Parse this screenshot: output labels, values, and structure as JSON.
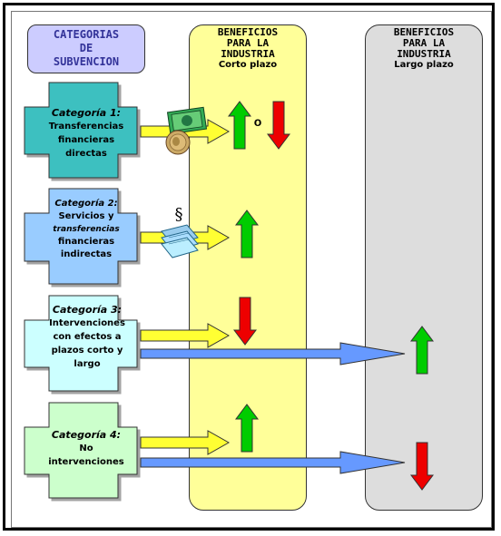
{
  "header": {
    "categorias": [
      "CATEGORIAS",
      "DE",
      "SUBVENCION"
    ],
    "short_term": {
      "lines": [
        "BENEFICIOS",
        "PARA LA",
        "INDUSTRIA"
      ],
      "term": "Corto plazo"
    },
    "long_term": {
      "lines": [
        "BENEFICIOS",
        "PARA LA",
        "INDUSTRIA"
      ],
      "term": "Largo plazo"
    }
  },
  "categories": [
    {
      "title": "Categoría 1:",
      "lines": [
        "Transferencias",
        "financieras",
        "directas"
      ],
      "color": "#3cc0c0"
    },
    {
      "title": "Categoría 2:",
      "lines": [
        "Servicios y",
        "transferencias",
        "financieras",
        "indirectas"
      ],
      "color": "#99ccff"
    },
    {
      "title": "Categoría 3:",
      "lines": [
        "Intervenciones",
        "con efectos a",
        "plazos corto y",
        "largo"
      ],
      "color": "#ccffff"
    },
    {
      "title": "Categoría 4:",
      "lines": [
        "No",
        "intervenciones"
      ],
      "color": "#ccffcc"
    }
  ],
  "or_symbol": "o",
  "section_symbol": "§",
  "colors": {
    "short_column": "#ffff99",
    "long_column": "#dddddd",
    "header_box": "#ccccff",
    "up_arrow": "#00cc00",
    "down_arrow": "#ee0000",
    "yellow_arrow": "#ffff33",
    "blue_arrow": "#6699ff"
  }
}
